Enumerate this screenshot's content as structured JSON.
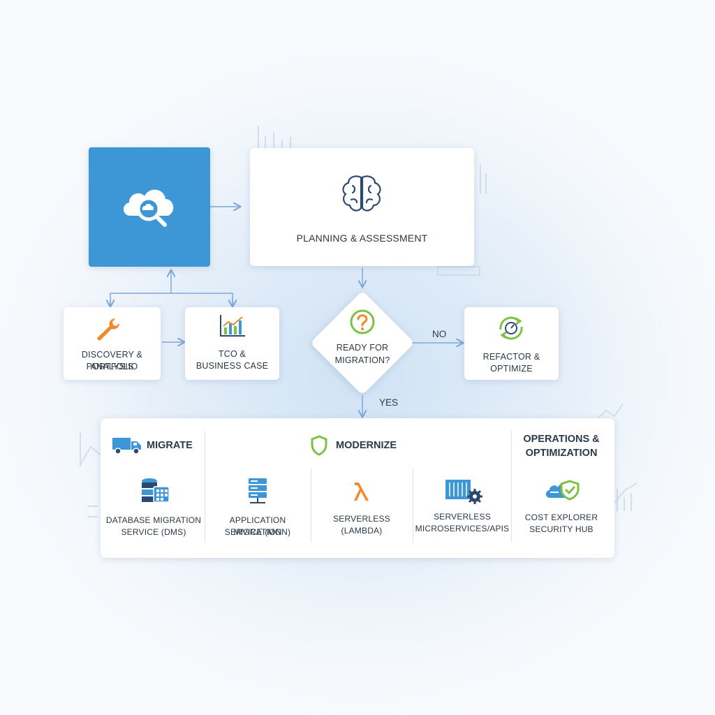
{
  "nodes": {
    "planning_label": "PLANNING & ASSESSMENT",
    "discovery_label_1": "DISCOVERY & PORTFOLIO",
    "discovery_label_2": "ANALYSIS",
    "tco_label_1": "TCO &",
    "tco_label_2": "BUSINESS CASE",
    "decision_label_1": "READY FOR",
    "decision_label_2": "MIGRATION?",
    "refactor_label_1": "REFACTOR &",
    "refactor_label_2": "OPTIMIZE"
  },
  "edges": {
    "no_label": "NO",
    "yes_label": "YES"
  },
  "panel": {
    "migrate_header": "MIGRATE",
    "modernize_header": "MODERNIZE",
    "operations_header_1": "OPERATIONS &",
    "operations_header_2": "OPTIMIZATION",
    "items": [
      {
        "line1": "DATABASE MIGRATION",
        "line2": "SERVICE (DMS)"
      },
      {
        "line1": "APPLICATION MIGRATION",
        "line2": "SERVICE (MGN)"
      },
      {
        "line1": "SERVERLESS",
        "line2": "(LAMBDA)"
      },
      {
        "line1": "SERVERLESS",
        "line2": "MICROSERVICES/APIS"
      },
      {
        "line1": "COST EXPLORER",
        "line2": "SECURITY HUB"
      }
    ]
  },
  "icons": {
    "cloud_search": "cloud-search-icon",
    "brain": "brain-icon",
    "wrench": "wrench-icon",
    "chart": "bar-chart-icon",
    "question": "question-icon",
    "gauge_refresh": "gauge-refresh-icon",
    "truck": "truck-icon",
    "shield": "shield-icon",
    "database_grid": "database-grid-icon",
    "server_stack": "server-stack-icon",
    "lambda": "lambda-icon",
    "container_gear": "container-gear-icon",
    "cloud_shield": "cloud-shield-icon"
  },
  "colors": {
    "primary_blue": "#3d96d6",
    "orange": "#f08a2c",
    "green": "#7cc242",
    "navy": "#2c4a6e",
    "connector": "#7ea9d6"
  }
}
